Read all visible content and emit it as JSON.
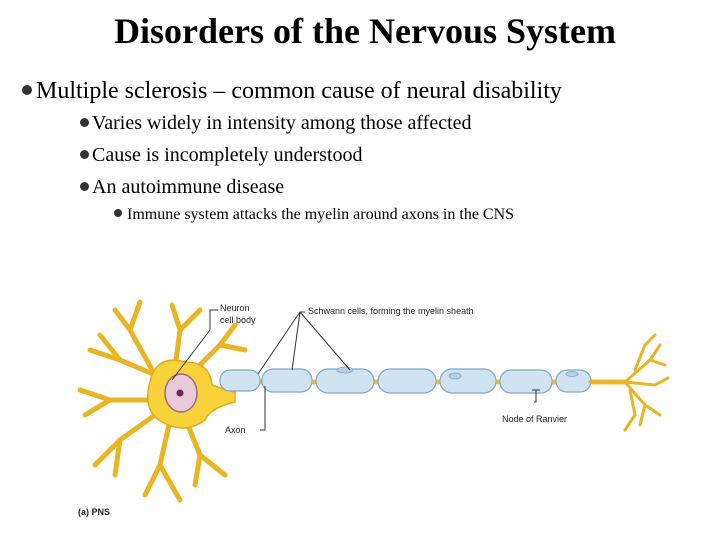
{
  "slide": {
    "title": "Disorders of the Nervous System",
    "bullets": {
      "main": "Multiple sclerosis – common cause of neural disability",
      "sub": [
        "Varies widely in intensity among those affected",
        "Cause is incompletely understood",
        "An autoimmune disease"
      ],
      "subsub": "Immune system attacks the myelin around axons in the CNS"
    }
  },
  "figure": {
    "labels": {
      "neuron_line1": "Neuron",
      "neuron_line2": "cell body",
      "schwann": "Schwann cells, forming the myelin sheath",
      "axon": "Axon",
      "node": "Node of Ranvier",
      "caption": "(a) PNS"
    },
    "colors": {
      "neuron_fill": "#f7d23a",
      "neuron_stroke": "#e3a91b",
      "nucleus": "#e9c8d8",
      "myelin_fill": "#cfe3f0",
      "myelin_stroke": "#7fa8c4"
    }
  }
}
